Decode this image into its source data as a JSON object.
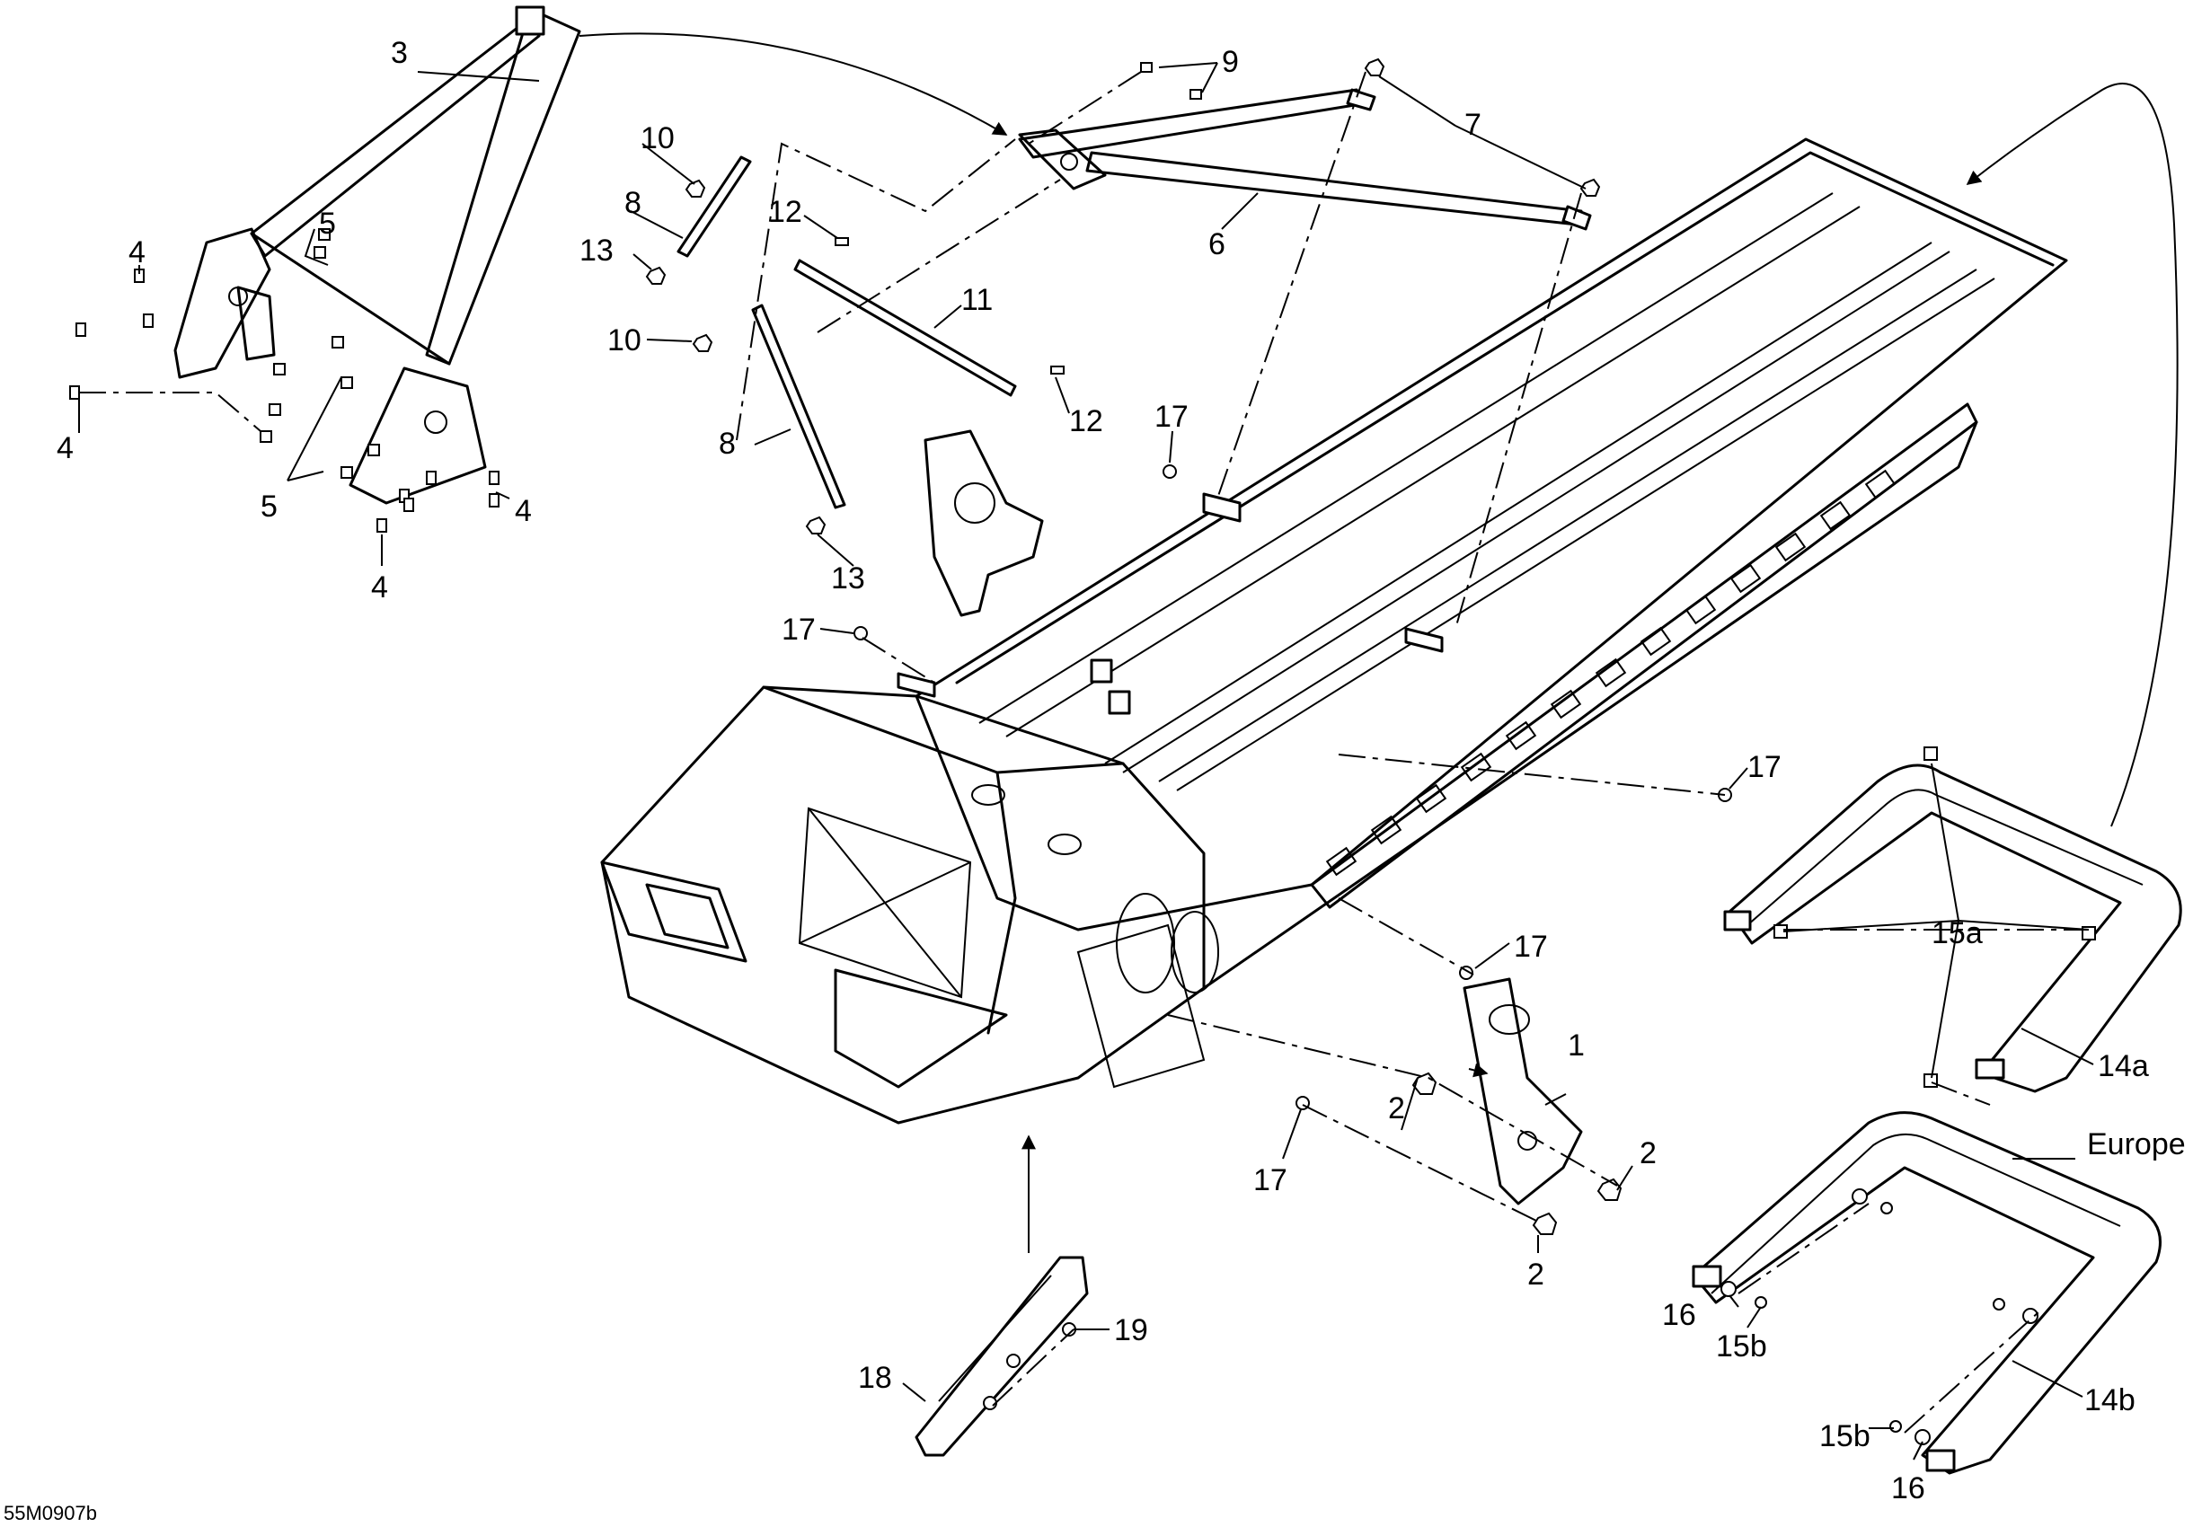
{
  "figure_ref": "55M0907b",
  "callouts": {
    "c1": "1",
    "c2a": "2",
    "c2b": "2",
    "c2c": "2",
    "c3": "3",
    "c4a": "4",
    "c4b": "4",
    "c4c": "4",
    "c4d": "4",
    "c5a": "5",
    "c5b": "5",
    "c6": "6",
    "c7": "7",
    "c8a": "8",
    "c8b": "8",
    "c9": "9",
    "c10a": "10",
    "c10b": "10",
    "c11": "11",
    "c12a": "12",
    "c12b": "12",
    "c13a": "13",
    "c13b": "13",
    "c14a": "14a",
    "c14b": "14b",
    "c15a": "15a",
    "c15b1": "15b",
    "c15b2": "15b",
    "c16a": "16",
    "c16b": "16",
    "c17a": "17",
    "c17b": "17",
    "c17c": "17",
    "c17d": "17",
    "c17e": "17",
    "c18": "18",
    "c19": "19",
    "europe": "Europe"
  }
}
